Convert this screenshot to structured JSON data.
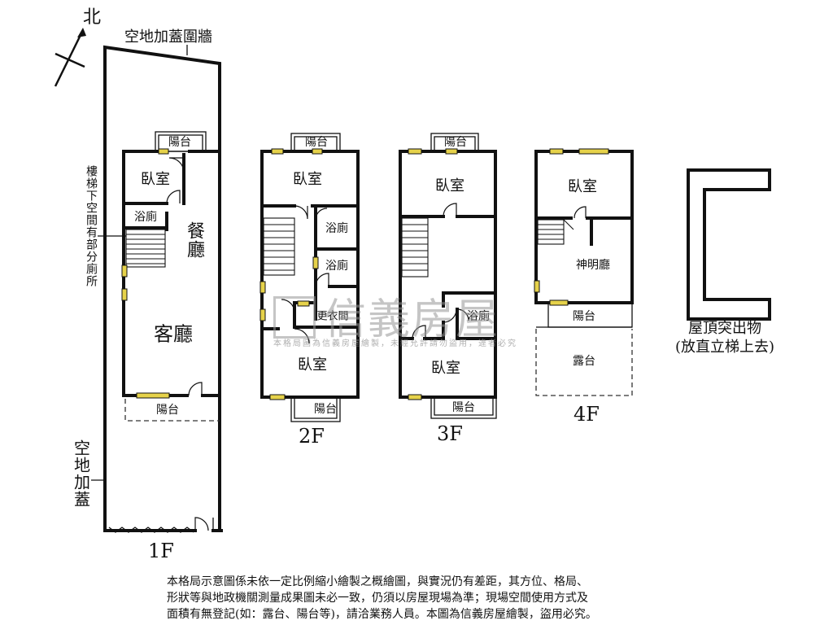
{
  "compass": {
    "north_label": "北"
  },
  "floor_1": {
    "floor_label": "1F",
    "top_wall_label": "空地加蓋圍牆",
    "side_note": "樓梯下空間有部分廁所",
    "annex_label": "空地加蓋",
    "rooms": {
      "bedroom": "臥室",
      "balcony_top": "陽台",
      "bathroom": "浴廁",
      "dining": "餐廳",
      "living": "客廳",
      "balcony_bottom": "陽台"
    }
  },
  "floor_2": {
    "floor_label": "2F",
    "rooms": {
      "balcony_top": "陽台",
      "bedroom_top": "臥室",
      "bathroom_1": "浴廁",
      "bathroom_2": "浴廁",
      "closet": "更衣間",
      "bedroom_bottom": "臥室",
      "balcony_bottom": "陽台"
    }
  },
  "floor_3": {
    "floor_label": "3F",
    "rooms": {
      "balcony_top": "陽台",
      "bedroom_top": "臥室",
      "bathroom": "浴廁",
      "bedroom_bottom": "臥室",
      "balcony_bottom": "陽台"
    }
  },
  "floor_4": {
    "floor_label": "4F",
    "rooms": {
      "bedroom": "臥室",
      "shrine": "神明廳",
      "balcony": "陽台",
      "terrace": "露台"
    }
  },
  "roof": {
    "label_line1": "屋頂突出物",
    "label_line2": "(放直立梯上去)"
  },
  "watermark": {
    "brand": "信義房屋",
    "notice": "本格局圖為信義房屋繪製，未經允許請勿盜用，違者必究"
  },
  "disclaimer": {
    "line1": "本格局示意圖係未依一定比例縮小繪製之概繪圖，與實況仍有差距，其方位、格局、",
    "line2": "形狀等與地政機關測量成果圖未必一致，仍須以房屋現場為準；現場空間使用方式及",
    "line3": "面積有無登記(如：露台、陽台等)，請洽業務人員。本圖為信義房屋繪製，盜用必究。"
  },
  "colors": {
    "wall": "#111111",
    "window": "#e6d24a",
    "watermark": "#969696"
  }
}
